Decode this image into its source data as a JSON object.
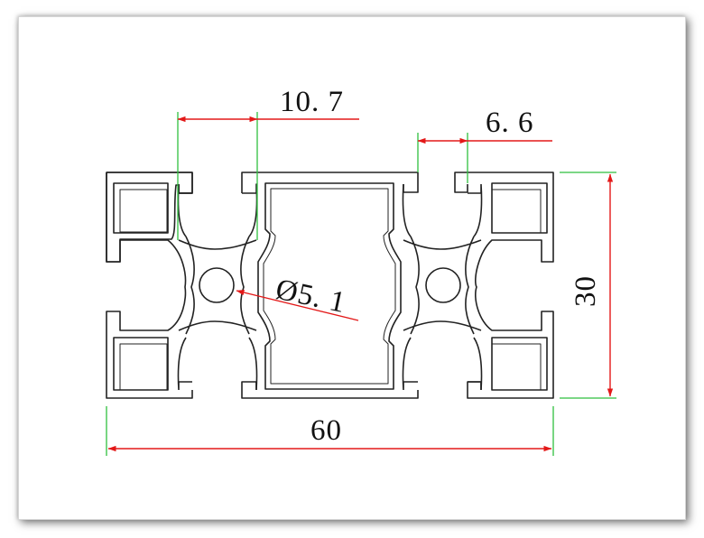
{
  "drawing": {
    "dimensions": {
      "slot_width_upper": "10. 7",
      "slot_width_small": "6. 6",
      "hole_diameter": "Ø5. 1",
      "height": "30",
      "width": "60"
    }
  },
  "colors": {
    "profile_outline": "#222222",
    "extension_line": "#2fbf3f",
    "dimension_line": "#e31818",
    "text": "#111111",
    "background": "#ffffff"
  }
}
